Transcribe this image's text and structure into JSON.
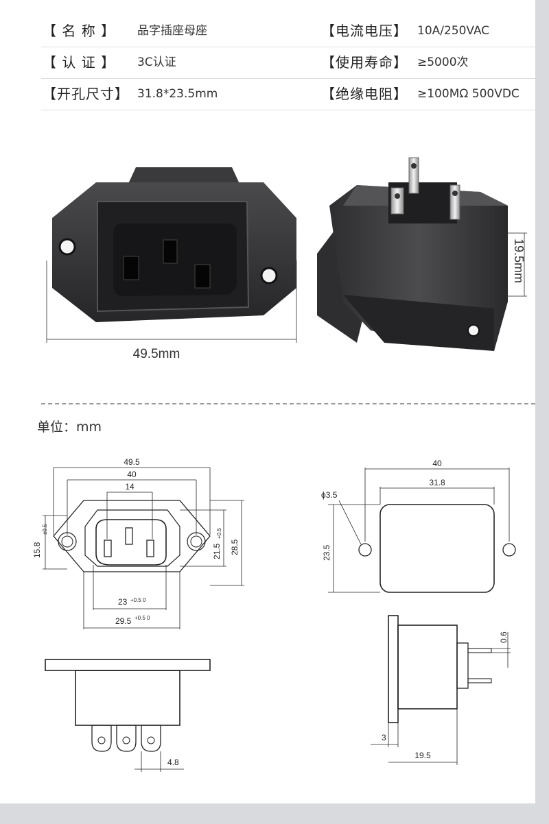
{
  "specs": {
    "name_label": "【 名   称 】",
    "name_value": "品字插座母座",
    "cert_label": "【 认   证 】",
    "cert_value": "3C认证",
    "cutout_label": "【开孔尺寸】",
    "cutout_value": "31.8*23.5mm",
    "current_label": "【电流电压】",
    "current_value": "10A/250VAC",
    "life_label": "【使用寿命】",
    "life_value": "≥5000次",
    "insulation_label": "【绝缘电阻】",
    "insulation_value": "≥100MΩ 500VDC"
  },
  "photo": {
    "width_label": "49.5mm",
    "height_label": "19.5mm"
  },
  "unit_label": "单位：mm",
  "drawing": {
    "front": {
      "dim_overall": "49.5",
      "dim_holes": "40",
      "dim_pins": "14",
      "dim_left_height": "15.8",
      "dim_inner_height": "21.5",
      "dim_outer_height": "28.5",
      "dim_body_width": "23",
      "dim_flange_width": "29.5",
      "tol_left": "±0.5",
      "tol_inner": "+0.5",
      "tol_body": "+0.5 0",
      "tol_flange": "+0.5 0"
    },
    "cutout": {
      "dim_holes": "40",
      "dim_width": "31.8",
      "dim_hole_dia": "ϕ3.5",
      "dim_height": "23.5"
    },
    "side": {
      "dim_thickness": "0.6",
      "dim_flange": "3",
      "dim_depth": "19.5"
    },
    "bottom": {
      "dim_tab": "4.8"
    }
  }
}
